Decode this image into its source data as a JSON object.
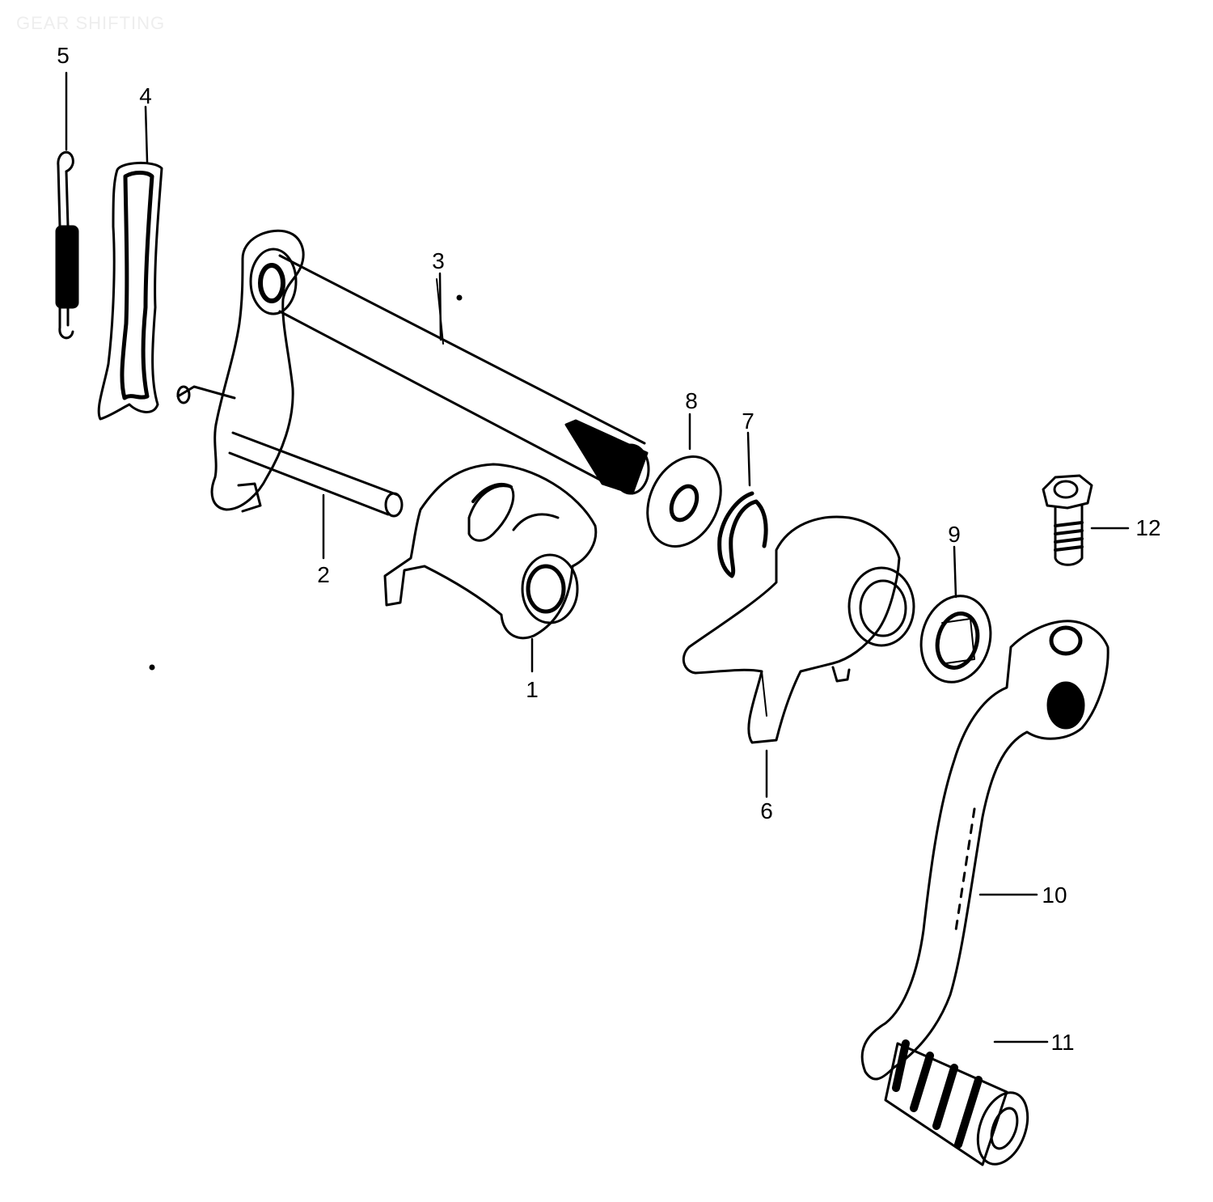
{
  "title": "GEAR SHIFTING",
  "callouts": [
    {
      "id": "1",
      "text": "1"
    },
    {
      "id": "2",
      "text": "2"
    },
    {
      "id": "3",
      "text": "3"
    },
    {
      "id": "4",
      "text": "4"
    },
    {
      "id": "5",
      "text": "5"
    },
    {
      "id": "6",
      "text": "6"
    },
    {
      "id": "7",
      "text": "7"
    },
    {
      "id": "8",
      "text": "8"
    },
    {
      "id": "9",
      "text": "9"
    },
    {
      "id": "10",
      "text": "10"
    },
    {
      "id": "11",
      "text": "11"
    },
    {
      "id": "12",
      "text": "12"
    }
  ],
  "colors": {
    "ink": "#000000",
    "paper": "#ffffff",
    "watermark": "#eeeeee"
  }
}
